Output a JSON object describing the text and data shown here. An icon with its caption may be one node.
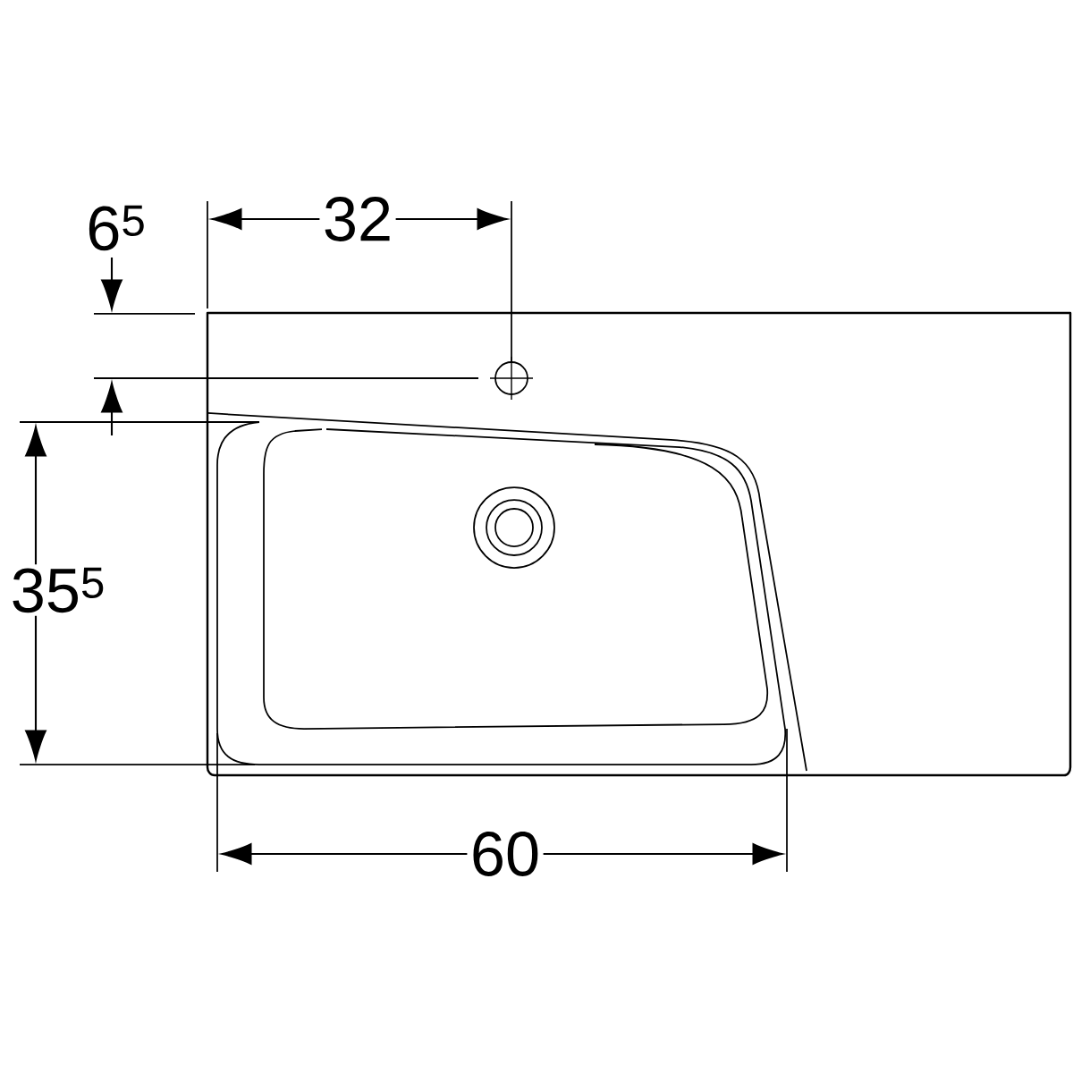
{
  "diagram": {
    "labels": [
      "6$^{5}$",
      "32",
      "35$^{5}$",
      "60"
    ]
  }
}
